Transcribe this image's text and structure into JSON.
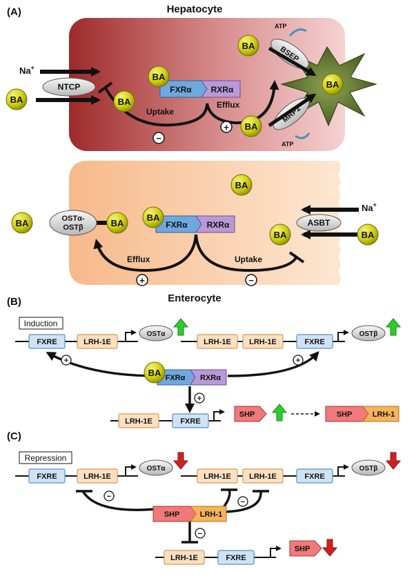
{
  "panels": {
    "a_label": "(A)",
    "b_label": "(B)",
    "c_label": "(C)"
  },
  "cells": {
    "hepatocyte": "Hepatocyte",
    "enterocyte": "Enterocyte"
  },
  "molecules": {
    "ba": "BA",
    "na": "Na",
    "na_sup": "+",
    "atp": "ATP",
    "fxr": "FXRα",
    "rxr": "RXRα",
    "shp": "SHP",
    "lrh1": "LRH-1"
  },
  "transporters": {
    "ntcp": "NTCP",
    "bsep": "BSEP",
    "mrp2": "MRP2",
    "asbt": "ASBT",
    "ost_line1": "OSTα-",
    "ost_line2": "OSTβ"
  },
  "process_labels": {
    "uptake": "Uptake",
    "efflux": "Efflux",
    "plus": "+",
    "minus": "−"
  },
  "genes": {
    "fxre": "FXRE",
    "lrh1e": "LRH-1E",
    "ost_alpha": "OSTα",
    "ost_beta": "OSTβ",
    "shp": "SHP"
  },
  "section_labels": {
    "induction": "Induction",
    "repression": "Repression"
  },
  "colors": {
    "hepatocyte_dark": "#9e2a2b",
    "hepatocyte_light": "#f5c6c6",
    "enterocyte": "#fbd3a8",
    "ba_fill": "#d8d81a",
    "fxr_fill": "#6ea8de",
    "rxr_fill": "#b79ad6",
    "fxre_fill": "#cfe3f5",
    "lrh1e_fill": "#fde0c2",
    "shp_fill": "#f07a7a",
    "lrh1_fill": "#f6b25c",
    "up_arrow": "#2ecc2e",
    "down_arrow": "#cc2222"
  }
}
